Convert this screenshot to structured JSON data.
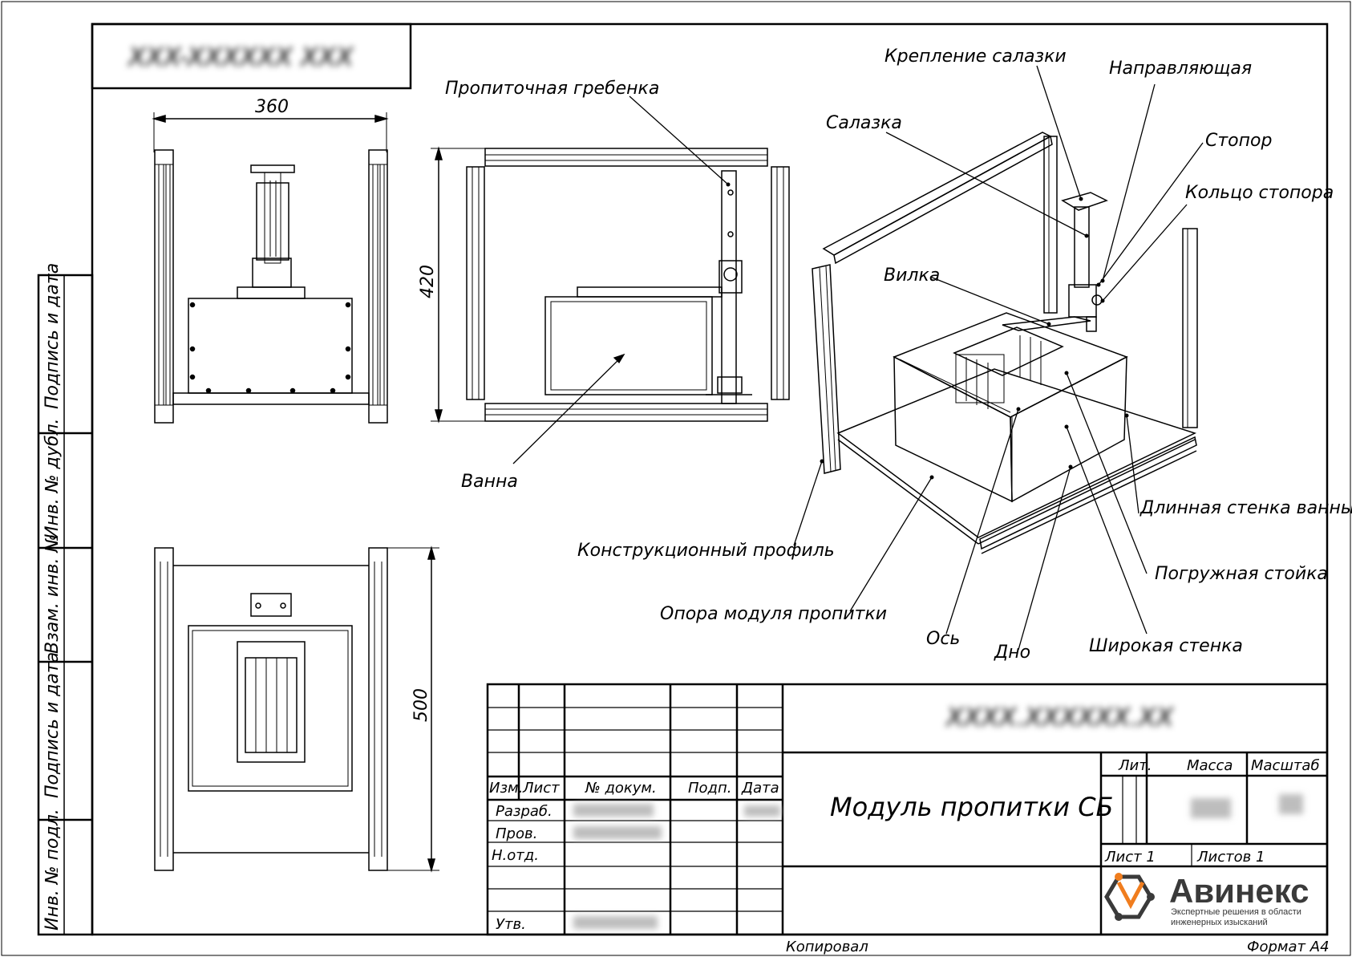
{
  "stamp": {
    "doc_number": "XXX-XXXXXX XXX",
    "title": "Модуль пропитки СБ",
    "decimal_number": "XXXX.XXXXXX.XX",
    "rows": [
      "Разраб.",
      "Пров.",
      "Н.отд.",
      "",
      "Утв."
    ],
    "header": {
      "izm": "Изм.",
      "list": "Лист",
      "doc": "№ докум.",
      "podp": "Подп.",
      "date": "Дата"
    },
    "lit": "Лит.",
    "mass": "Масса",
    "scale": "Масштаб",
    "sheet": "Лист 1",
    "sheets": "Листов 1",
    "copied": "Копировал",
    "format": "Формат А4"
  },
  "left_strip": [
    "Подпись и дата",
    "Инв. № дубл.",
    "Взам. инв. №",
    "Подпись и дата",
    "Инв. № подл."
  ],
  "dimensions": {
    "width_top": "360",
    "height_side": "420",
    "height_bottom": "500"
  },
  "callouts": {
    "greb": "Пропиточная гребенка",
    "vanna": "Ванна",
    "krep": "Крепление салазки",
    "napr": "Направляющая",
    "salazka": "Салазка",
    "stopor": "Стопор",
    "kolco": "Кольцо стопора",
    "vilka": "Вилка",
    "dlin": "Длинная стенка ванны",
    "prof": "Конструкционный профиль",
    "pogr": "Погружная стойка",
    "opora": "Опора модуля пропитки",
    "os": "Ось",
    "dno": "Дно",
    "shir": "Широкая стенка"
  },
  "logo": {
    "name": "Авинекс",
    "tagline1": "Экспертные решения в области",
    "tagline2": "инженерных изысканий",
    "accent": "#f07d1e",
    "dark": "#3a3a3a"
  }
}
